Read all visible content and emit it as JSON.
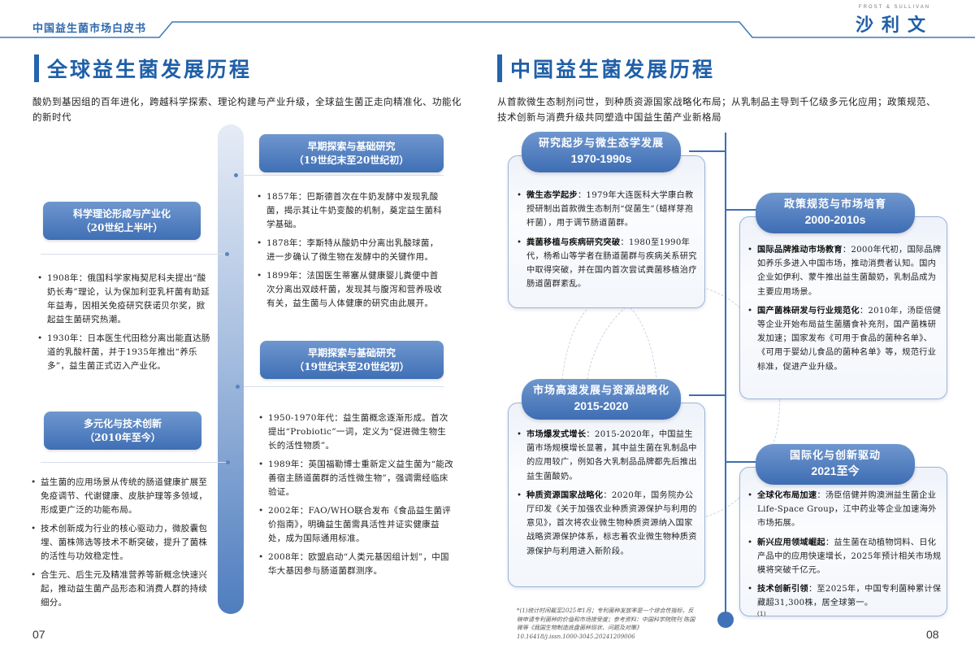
{
  "header": {
    "doc_title": "中国益生菌市场白皮书",
    "logo_en": "FROST & SULLIVAN",
    "logo_cn": "沙利文",
    "accent_color": "#2f6aae"
  },
  "left_page": {
    "title": "全球益生菌发展历程",
    "subtitle": "酸奶到基因组的百年进化，跨越科学探索、理论构建与产业升级，全球益生菌正走向精准化、功能化的新时代",
    "page_number": "07",
    "stages": [
      {
        "side": "right",
        "title": "早期探索与基础研究",
        "period": "（19世纪末至20世纪初）",
        "items": [
          "1857年：巴斯德首次在牛奶发酵中发现乳酸菌，揭示其让牛奶变酸的机制，奠定益生菌科学基础。",
          "1878年：李斯特从酸奶中分离出乳酸球菌，进一步确认了微生物在发酵中的关键作用。",
          "1899年：法国医生蒂塞从健康婴儿粪便中首次分离出双歧杆菌，发现其与腹泻和营养吸收有关，益生菌与人体健康的研究由此展开。"
        ]
      },
      {
        "side": "left",
        "title": "科学理论形成与产业化",
        "period": "（20世纪上半叶）",
        "items": [
          "1908年：俄国科学家梅契尼科夫提出“酸奶长寿”理论，认为保加利亚乳杆菌有助延年益寿，因相关免疫研究获诺贝尔奖，掀起益生菌研究热潮。",
          "1930年：日本医生代田稔分离出能直达肠道的乳酸杆菌，并于1935年推出“养乐多”，益生菌正式迈入产业化。"
        ]
      },
      {
        "side": "right",
        "title": "早期探索与基础研究",
        "period": "（19世纪末至20世纪初）",
        "items": [
          "1950-1970年代：益生菌概念逐渐形成。首次提出“Probiotic”一词，定义为“促进微生物生长的活性物质”。",
          "1989年：英国福勒博士重新定义益生菌为“能改善宿主肠道菌群的活性微生物”，强调需经临床验证。",
          "2002年：FAO/WHO联合发布《食品益生菌评价指南》，明确益生菌需具活性并证实健康益处，成为国际通用标准。",
          "2008年：欧盟启动“人类元基因组计划”，中国华大基因参与肠道菌群测序。"
        ]
      },
      {
        "side": "left",
        "title": "多元化与技术创新",
        "period": "（2010年至今）",
        "items": [
          "益生菌的应用场景从传统的肠道健康扩展至免疫调节、代谢健康、皮肤护理等多领域，形成更广泛的功能布局。",
          "技术创新成为行业的核心驱动力，微胶囊包埋、菌株筛选等技术不断突破，提升了菌株的活性与功效稳定性。",
          "合生元、后生元及精准营养等新概念快速兴起，推动益生菌产品形态和消费人群的持续细分。"
        ]
      }
    ]
  },
  "right_page": {
    "title": "中国益生菌发展历程",
    "subtitle": "从首款微生态制剂问世，到种质资源国家战略化布局；从乳制品主导到千亿级多元化应用；政策规范、技术创新与消费升级共同塑造中国益生菌产业新格局",
    "page_number": "08",
    "stages": [
      {
        "title": "研究起步与微生态学发展",
        "period": "1970-1990s",
        "items": [
          {
            "label": "微生态学起步",
            "text": "：1979年大连医科大学康白教授研制出首款微生态制剂“促菌生”（蜡样芽孢杆菌），用于调节肠道菌群。"
          },
          {
            "label": "粪菌移植与疾病研究突破",
            "text": "：1980至1990年代，杨希山等学者在肠道菌群与疾病关系研究中取得突破，并在国内首次尝试粪菌移植治疗肠道菌群紊乱。"
          }
        ]
      },
      {
        "title": "政策规范与市场培育",
        "period": "2000-2010s",
        "items": [
          {
            "label": "国际品牌推动市场教育",
            "text": "：2000年代初，国际品牌如养乐多进入中国市场，推动消费者认知。国内企业如伊利、蒙牛推出益生菌酸奶，乳制品成为主要应用场景。"
          },
          {
            "label": "国产菌株研发与行业规范化",
            "text": "：2010年，汤臣倍健等企业开始布局益生菌膳食补充剂，国产菌株研发加速；国家发布《可用于食品的菌种名单》、《可用于婴幼儿食品的菌种名单》等，规范行业标准，促进产业升级。"
          }
        ]
      },
      {
        "title": "市场高速发展与资源战略化",
        "period": "2015-2020",
        "items": [
          {
            "label": "市场爆发式增长",
            "text": "：2015-2020年，中国益生菌市场规模增长显著，其中益生菌在乳制品中的应用较广，例如各大乳制品品牌都先后推出益生菌酸奶。"
          },
          {
            "label": "种质资源国家战略化",
            "text": "：2020年，国务院办公厅印发《关于加强农业种质资源保护与利用的意见》，首次将农业微生物种质资源纳入国家战略资源保护体系，标志着农业微生物种质资源保护与利用进入新阶段。"
          }
        ]
      },
      {
        "title": "国际化与创新驱动",
        "period": "2021至今",
        "items": [
          {
            "label": "全球化布局加速",
            "text": "：汤臣倍健并购澳洲益生菌企业Life-Space Group，江中药业等企业加速海外市场拓展。"
          },
          {
            "label": "新兴应用领域崛起",
            "text": "：益生菌在动植物饲料、日化产品中的应用快速增长，2025年预计相关市场规模将突破千亿元。"
          },
          {
            "label": "技术创新引领",
            "text": "：至2025年，中国专利菌种累计保藏超31,300株，居全球第一。",
            "sup": "(1)"
          }
        ]
      }
    ],
    "footnote": "*(1)统计时间截至2025年1月；专利菌种发放率是一个综合性指标，反映申请专利菌种的价值和市场接受度；参考资料：中国科学院院刊 陈国微等《我国生物制造底盘菌种现状、问题及对策》10.16418/j.issn.1000-3045.20241209006"
  }
}
